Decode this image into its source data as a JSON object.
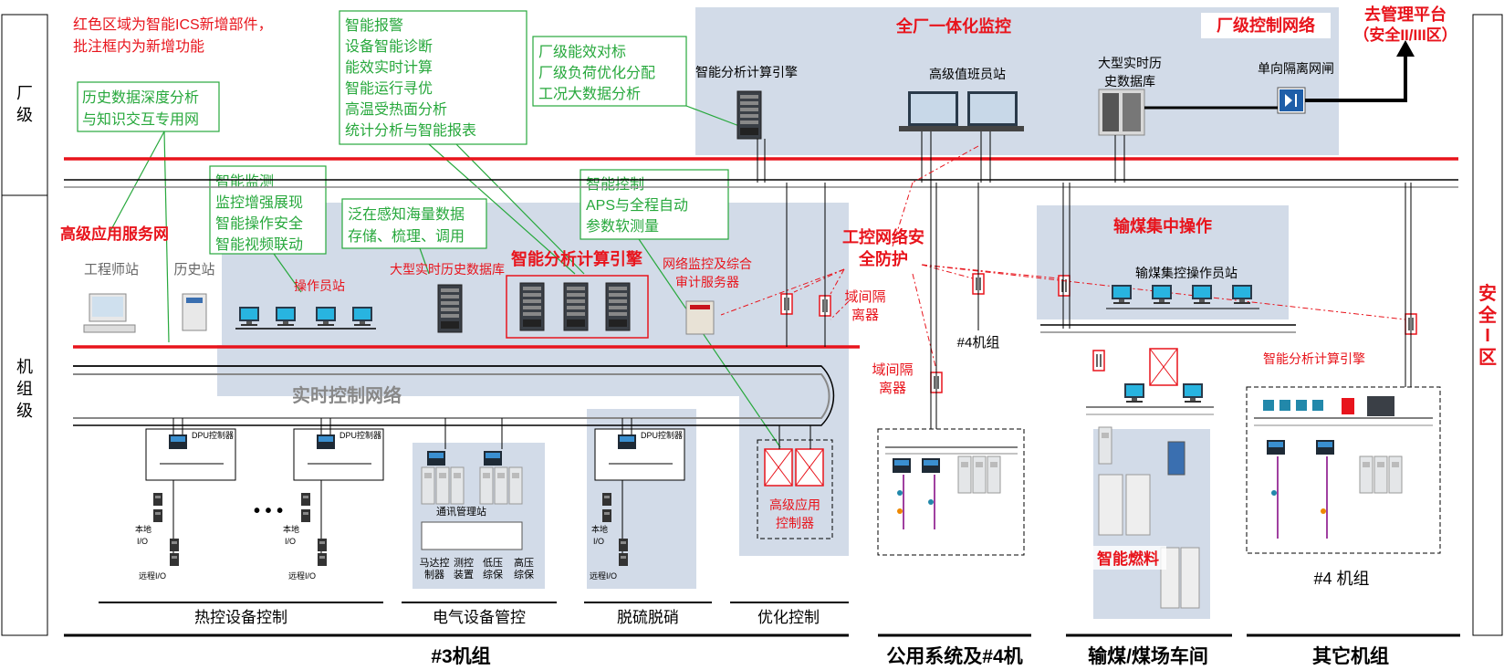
{
  "side_labels": {
    "plant_level": [
      "厂",
      "级"
    ],
    "unit_level": [
      "机",
      "组",
      "级"
    ],
    "safety_zone": [
      "安",
      "全",
      "I",
      "区"
    ]
  },
  "legend": {
    "line1": "红色区域为智能ICS新增部件，",
    "line2": "批注框内为新增功能"
  },
  "callouts": {
    "history_analysis": [
      "历史数据深度分析",
      "与知识交互专用网"
    ],
    "smart_alarm": [
      "智能报警",
      "设备智能诊断",
      "能效实时计算",
      "智能运行寻优",
      "高温受热面分析",
      "统计分析与智能报表"
    ],
    "plant_efficiency": [
      "厂级能效对标",
      "厂级负荷优化分配",
      "工况大数据分析"
    ],
    "smart_monitor": [
      "智能监测",
      "监控增强展现",
      "智能操作安全",
      "智能视频联动"
    ],
    "pervasive": [
      "泛在感知海量数据",
      "存储、梳理、调用"
    ],
    "smart_control": [
      "智能控制",
      "APS与全程自动",
      "参数软测量"
    ]
  },
  "plant": {
    "monitor_title": "全厂一体化监控",
    "control_network": "厂级控制网络",
    "mgmt_platform": [
      "去管理平台",
      "（安全II/III区）"
    ],
    "calc_engine": "智能分析计算引擎",
    "duty_station": "高级值班员站",
    "realtime_db": [
      "大型实时历",
      "史数据库"
    ],
    "isolation_gate": "单向隔离网闸"
  },
  "unit": {
    "app_service_net": "高级应用服务网",
    "engineer_station": "工程师站",
    "history_station": "历史站",
    "operator_station": "操作员站",
    "realtime_db": "大型实时历史数据库",
    "calc_engine": "智能分析计算引擎",
    "net_monitor": [
      "网络监控及综合",
      "审计服务器"
    ],
    "security": [
      "工控网络安",
      "全防护"
    ],
    "domain_isolator_1": [
      "域间隔",
      "离器"
    ],
    "domain_isolator_2": [
      "域间隔",
      "离器"
    ],
    "realtime_net": "实时控制网络",
    "dpu": "DPU控制器",
    "local_io": [
      "本地",
      "I/O"
    ],
    "remote_io": "远程I/O",
    "comm_station": "通讯管理站",
    "devices": [
      "马达控",
      "制器",
      "测控",
      "装置",
      "低压",
      "综保",
      "高压",
      "综保"
    ],
    "adv_controller": [
      "高级应用",
      "控制器"
    ],
    "ellipsis": "• • •"
  },
  "coal": {
    "title": "输煤集中操作",
    "ops_station": "输煤集控操作员站",
    "smart_fuel": "智能燃料"
  },
  "unit4": {
    "label": "#4机组"
  },
  "other": {
    "calc_engine": "智能分析计算引擎",
    "unit4_label": "#4  机组"
  },
  "bottom": {
    "thermal": "热控设备控制",
    "electrical": "电气设备管控",
    "desulfur": "脱硫脱硝",
    "optimize": "优化控制",
    "unit3": "#3机组",
    "public": "公用系统及#4机",
    "coal_yard": "输煤/煤场车间",
    "other_units": "其它机组"
  },
  "colors": {
    "red": "#e8141c",
    "green": "#27a83c",
    "panel": "#d2dbe8",
    "black": "#000000"
  }
}
